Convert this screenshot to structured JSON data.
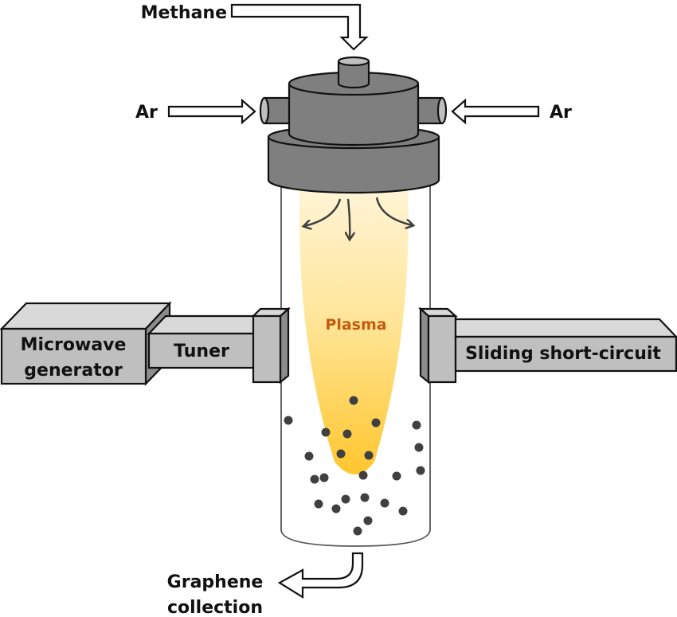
{
  "diagram": {
    "title": "Microwave plasma reactor for graphene synthesis",
    "labels": {
      "methane": "Methane",
      "argon_left": "Ar",
      "argon_right": "Ar",
      "plasma": "Plasma",
      "microwave_line1": "Microwave",
      "microwave_line2": "generator",
      "tuner": "Tuner",
      "sliding_short_circuit": "Sliding short-circuit",
      "graphene_line1": "Graphene",
      "graphene_line2": "collection"
    },
    "components": [
      {
        "id": "methane-inlet-arrow",
        "type": "arrow",
        "direction": "down",
        "label_ref": "methane"
      },
      {
        "id": "argon-left-arrow",
        "type": "arrow",
        "direction": "right",
        "label_ref": "argon_left"
      },
      {
        "id": "argon-right-arrow",
        "type": "arrow",
        "direction": "left",
        "label_ref": "argon_right"
      },
      {
        "id": "reactor-head",
        "type": "stacked-cylinders"
      },
      {
        "id": "quartz-tube",
        "type": "cylinder"
      },
      {
        "id": "plasma-region",
        "type": "ellipse"
      },
      {
        "id": "microwave-generator",
        "type": "box",
        "label_ref": "microwave_line1"
      },
      {
        "id": "tuner",
        "type": "box",
        "label_ref": "tuner"
      },
      {
        "id": "sliding-short-circuit",
        "type": "box",
        "label_ref": "sliding_short_circuit"
      },
      {
        "id": "graphene-outlet-arrow",
        "type": "curved-arrow",
        "label_ref": "graphene_line1"
      }
    ],
    "particle_count": 23,
    "colors": {
      "head_fill": "#7F7F7F",
      "head_light": "#BFBFBF",
      "waveguide_fill": "#BFBFBF",
      "waveguide_top": "#D9D9D9",
      "waveguide_side": "#8C8C8C",
      "plasma_top": "#FFF2CC",
      "plasma_bottom": "#FFC933",
      "plasma_text": "#C55A11",
      "particle": "#404040",
      "flow_arrow": "#404040"
    }
  }
}
